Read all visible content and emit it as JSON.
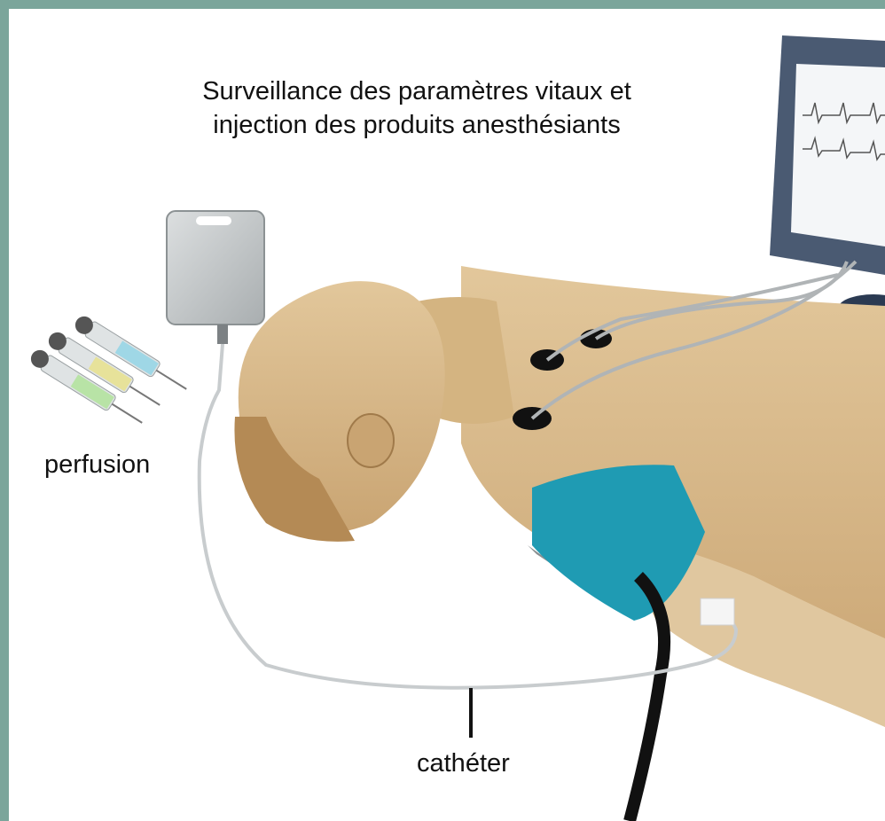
{
  "title_line1": "Surveillance des paramètres vitaux et",
  "title_line2": "injection des produits anesthésiants",
  "labels": {
    "perfusion": "perfusion",
    "catheter": "cathéter"
  },
  "colors": {
    "frame": "#7ba59b",
    "skin": "#d9bb8c",
    "cuff": "#1f9bb3",
    "monitor": "#4a5a72",
    "tube": "#c8ccce"
  }
}
